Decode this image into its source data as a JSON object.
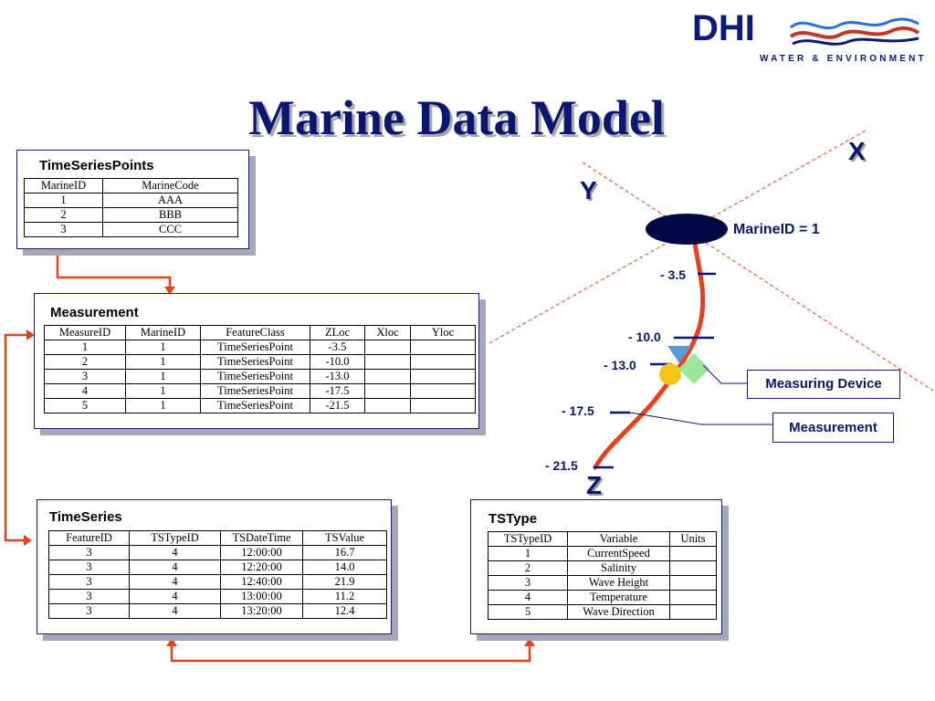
{
  "slide_title": "Marine Data Model",
  "logo": {
    "brand": "DHI",
    "tagline": "WATER & ENVIRONMENT",
    "colors": {
      "navy": "#0a1a78",
      "wave_red": "#c0392b",
      "wave_blue": "#2a6fd6"
    }
  },
  "tables": {
    "timeseriespoints": {
      "title": "TimeSeriesPoints",
      "headers": [
        "MarineID",
        "MarineCode"
      ],
      "rows": [
        [
          "1",
          "AAA"
        ],
        [
          "2",
          "BBB"
        ],
        [
          "3",
          "CCC"
        ]
      ]
    },
    "measurement": {
      "title": "Measurement",
      "headers": [
        "MeasureID",
        "MarineID",
        "FeatureClass",
        "ZLoc",
        "Xloc",
        "Yloc"
      ],
      "rows": [
        [
          "1",
          "1",
          "TimeSeriesPoint",
          "-3.5",
          "",
          ""
        ],
        [
          "2",
          "1",
          "TimeSeriesPoint",
          "-10.0",
          "",
          ""
        ],
        [
          "3",
          "1",
          "TimeSeriesPoint",
          "-13.0",
          "",
          ""
        ],
        [
          "4",
          "1",
          "TimeSeriesPoint",
          "-17.5",
          "",
          ""
        ],
        [
          "5",
          "1",
          "TimeSeriesPoint",
          "-21.5",
          "",
          ""
        ]
      ]
    },
    "timeseries": {
      "title": "TimeSeries",
      "headers": [
        "FeatureID",
        "TSTypeID",
        "TSDateTime",
        "TSValue"
      ],
      "rows": [
        [
          "3",
          "4",
          "12:00:00",
          "16.7"
        ],
        [
          "3",
          "4",
          "12:20:00",
          "14.0"
        ],
        [
          "3",
          "4",
          "12:40:00",
          "21.9"
        ],
        [
          "3",
          "4",
          "13:00:00",
          "11.2"
        ],
        [
          "3",
          "4",
          "13:20:00",
          "12.4"
        ]
      ]
    },
    "tstype": {
      "title": "TSType",
      "headers": [
        "TSTypeID",
        "Variable",
        "Units"
      ],
      "rows": [
        [
          "1",
          "CurrentSpeed",
          ""
        ],
        [
          "2",
          "Salinity",
          ""
        ],
        [
          "3",
          "Wave Height",
          ""
        ],
        [
          "4",
          "Temperature",
          ""
        ],
        [
          "5",
          "Wave Direction",
          ""
        ]
      ]
    }
  },
  "diagram": {
    "axes": {
      "x": "X",
      "y": "Y",
      "z": "Z"
    },
    "marine_id_label": "MarineID = 1",
    "depths": [
      "- 3.5",
      "- 10.0",
      "- 13.0",
      "- 17.5",
      "- 21.5"
    ],
    "callouts": {
      "device": "Measuring Device",
      "measurement": "Measurement"
    },
    "colors": {
      "line": "#e8401c",
      "axis": "#e8401c",
      "navy": "#0a1670",
      "device_yellow": "#f5c518",
      "device_green": "#9be89b",
      "device_blue": "#5b9bd5"
    }
  }
}
